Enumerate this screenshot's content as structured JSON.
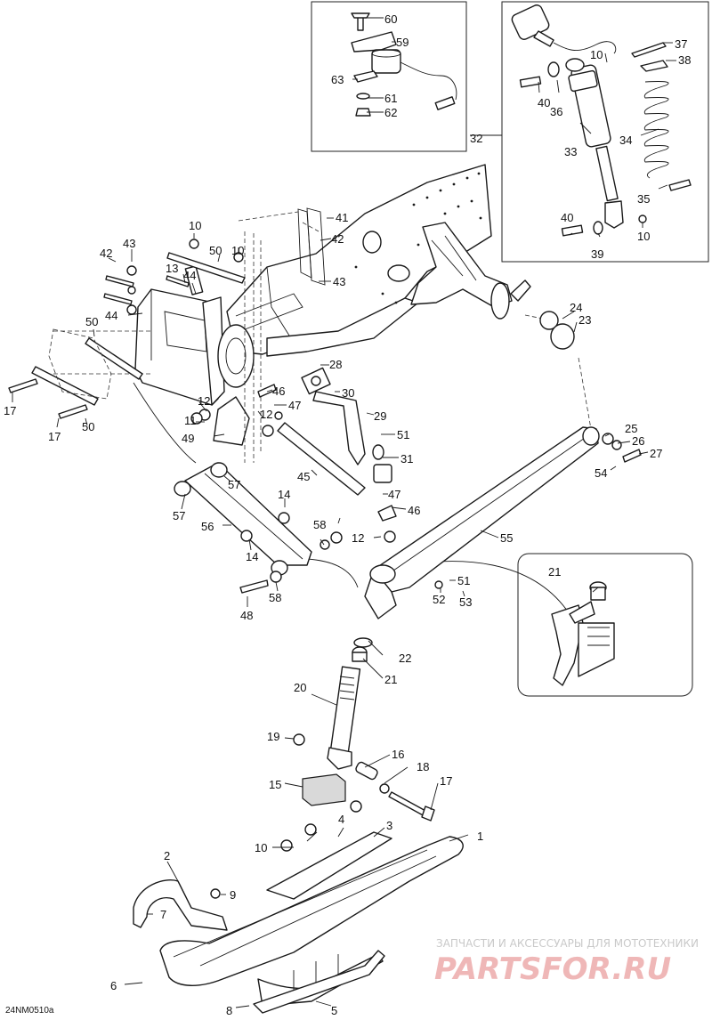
{
  "diagram": {
    "reference_code": "24NM0510a",
    "callouts": [
      "1",
      "2",
      "3",
      "4",
      "5",
      "6",
      "7",
      "8",
      "9",
      "10",
      "10",
      "10",
      "10",
      "10",
      "11",
      "12",
      "12",
      "12",
      "13",
      "14",
      "14",
      "15",
      "16",
      "17",
      "17",
      "17",
      "18",
      "19",
      "20",
      "21",
      "21",
      "22",
      "23",
      "24",
      "25",
      "26",
      "27",
      "28",
      "29",
      "30",
      "31",
      "32",
      "33",
      "34",
      "35",
      "36",
      "37",
      "38",
      "39",
      "40",
      "40",
      "41",
      "42",
      "42",
      "43",
      "43",
      "44",
      "44",
      "45",
      "46",
      "46",
      "47",
      "47",
      "48",
      "49",
      "50",
      "50",
      "50",
      "51",
      "51",
      "52",
      "53",
      "54",
      "55",
      "56",
      "57",
      "57",
      "58",
      "58",
      "59",
      "60",
      "61",
      "62",
      "63"
    ]
  },
  "watermark": {
    "line1": "ЗАПЧАСТИ И АКСЕССУАРЫ ДЛЯ МОТОТЕХНИКИ",
    "line2": "PARTSFOR.RU"
  },
  "colors": {
    "line": "#1a1a1a",
    "watermark_red": "#efb7b7",
    "watermark_grey": "#c9c9c9"
  }
}
